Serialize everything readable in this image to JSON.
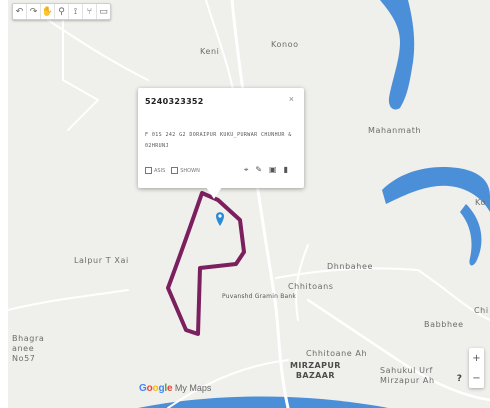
{
  "toolbar": {
    "buttons": [
      {
        "name": "undo-icon",
        "glyph": "↶"
      },
      {
        "name": "redo-icon",
        "glyph": "↷"
      },
      {
        "name": "hand-icon",
        "glyph": "✋"
      },
      {
        "name": "marker-icon",
        "glyph": "⚲"
      },
      {
        "name": "draw-line-icon",
        "glyph": "⟟"
      },
      {
        "name": "directions-icon",
        "glyph": "⑂"
      },
      {
        "name": "ruler-icon",
        "glyph": "▭"
      }
    ]
  },
  "places": {
    "keni": "Keni",
    "konoo": "Konoo",
    "mahammath": "Mahanmath",
    "dhanbahee": "Dhnbahee",
    "lalpur": "Lalpur T Xai",
    "chhitoans": "Chhitoans",
    "village_label": "Puvanshd Gramin Bank",
    "babbhee": "Babbhee",
    "bhagra": "Bhagra\nanee No57",
    "chhitoane_ah": "Chhitoane Ah",
    "mirzapur": "MIRZAPUR\nBAZAAR",
    "sahukul": "Sahukul Urf\nMirzapur Ah",
    "ko": "Ko",
    "chi": "Chi"
  },
  "popup": {
    "title": "5240323352",
    "close": "×",
    "body": "F 01S 242 G2 DORAIPUR KUKU_PURWAR CHUNHUR & 02HRUNJ",
    "checkbox1": "ASIS",
    "checkbox2": "SHOWN"
  },
  "colors": {
    "land": "#efefeb",
    "water": "#4a8fd8",
    "road": "#ffffff",
    "polygon": "#7b1f5e",
    "marker": "#2b8ad6"
  },
  "zoom": {
    "in": "+",
    "out": "−"
  },
  "help": "?",
  "attribution": {
    "google": "Google",
    "product": " My Maps"
  }
}
